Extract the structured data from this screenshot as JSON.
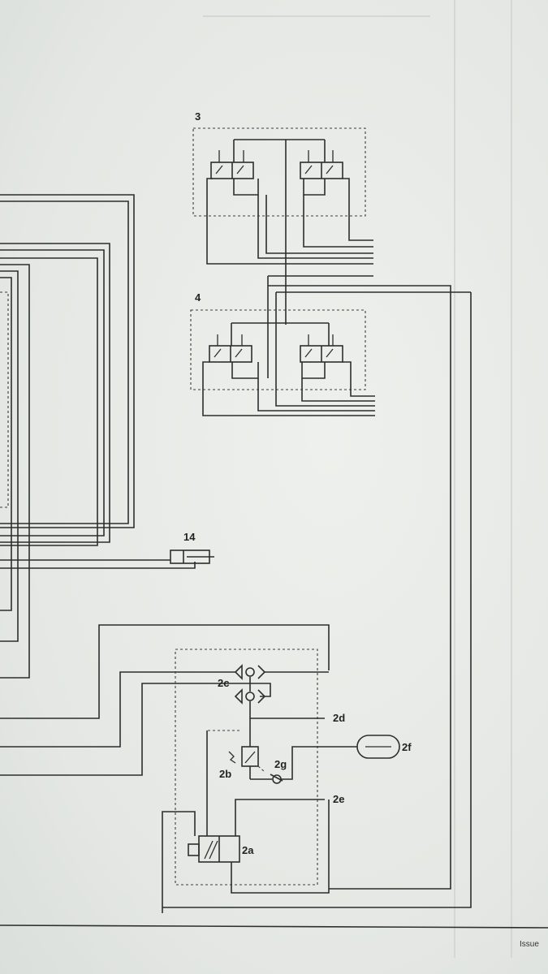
{
  "labels": {
    "l3": "3",
    "l4": "4",
    "l14": "14",
    "l2a": "2a",
    "l2b": "2b",
    "l2c": "2c",
    "l2d": "2d",
    "l2e": "2e",
    "l2f": "2f",
    "l2g": "2g"
  },
  "footer": {
    "issue": "Issue"
  }
}
